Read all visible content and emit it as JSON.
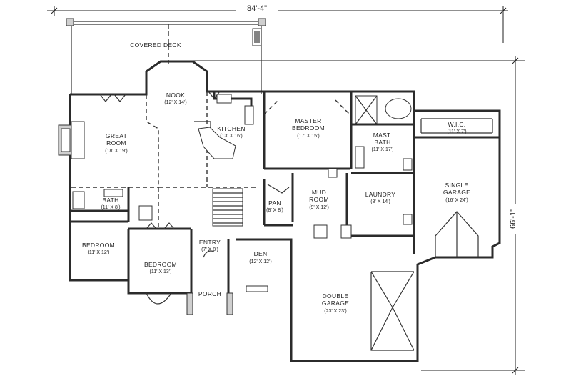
{
  "dimensions": {
    "width": "84'-4\"",
    "depth": "66'-1\""
  },
  "rooms": [
    {
      "name": "COVERED DECK",
      "size": ""
    },
    {
      "name": "NOOK",
      "size": "(12' X 14')"
    },
    {
      "name": "GREAT ROOM",
      "name_line2": "ROOM",
      "name_line1": "GREAT",
      "size": "(18' X 19')"
    },
    {
      "name": "KITCHEN",
      "size": "(13' X 16')"
    },
    {
      "name": "MASTER BEDROOM",
      "name_line1": "MASTER",
      "name_line2": "BEDROOM",
      "size": "(17' X 15')"
    },
    {
      "name": "MAST. BATH",
      "name_line1": "MAST.",
      "name_line2": "BATH",
      "size": "(11' X 17')"
    },
    {
      "name": "W.I.C.",
      "size": "(11' X 7')"
    },
    {
      "name": "SINGLE GARAGE",
      "name_line1": "SINGLE",
      "name_line2": "GARAGE",
      "size": "(16' X 24')"
    },
    {
      "name": "BATH",
      "size": "(11' X 8')"
    },
    {
      "name": "PAN",
      "size": "(8' X 8')"
    },
    {
      "name": "MUD ROOM",
      "name_line1": "MUD",
      "name_line2": "ROOM",
      "size": "(9' X 12')"
    },
    {
      "name": "LAUNDRY",
      "size": "(8' X 14')"
    },
    {
      "name": "BEDROOM",
      "size": "(11' X 12')"
    },
    {
      "name": "BEDROOM",
      "size": "(11' X 13')"
    },
    {
      "name": "ENTRY",
      "size": "(7' X 8')"
    },
    {
      "name": "DEN",
      "size": "(12' X 12')"
    },
    {
      "name": "PORCH",
      "size": ""
    },
    {
      "name": "DOUBLE GARAGE",
      "name_line1": "DOUBLE",
      "name_line2": "GARAGE",
      "size": "(23' X 23')"
    }
  ]
}
